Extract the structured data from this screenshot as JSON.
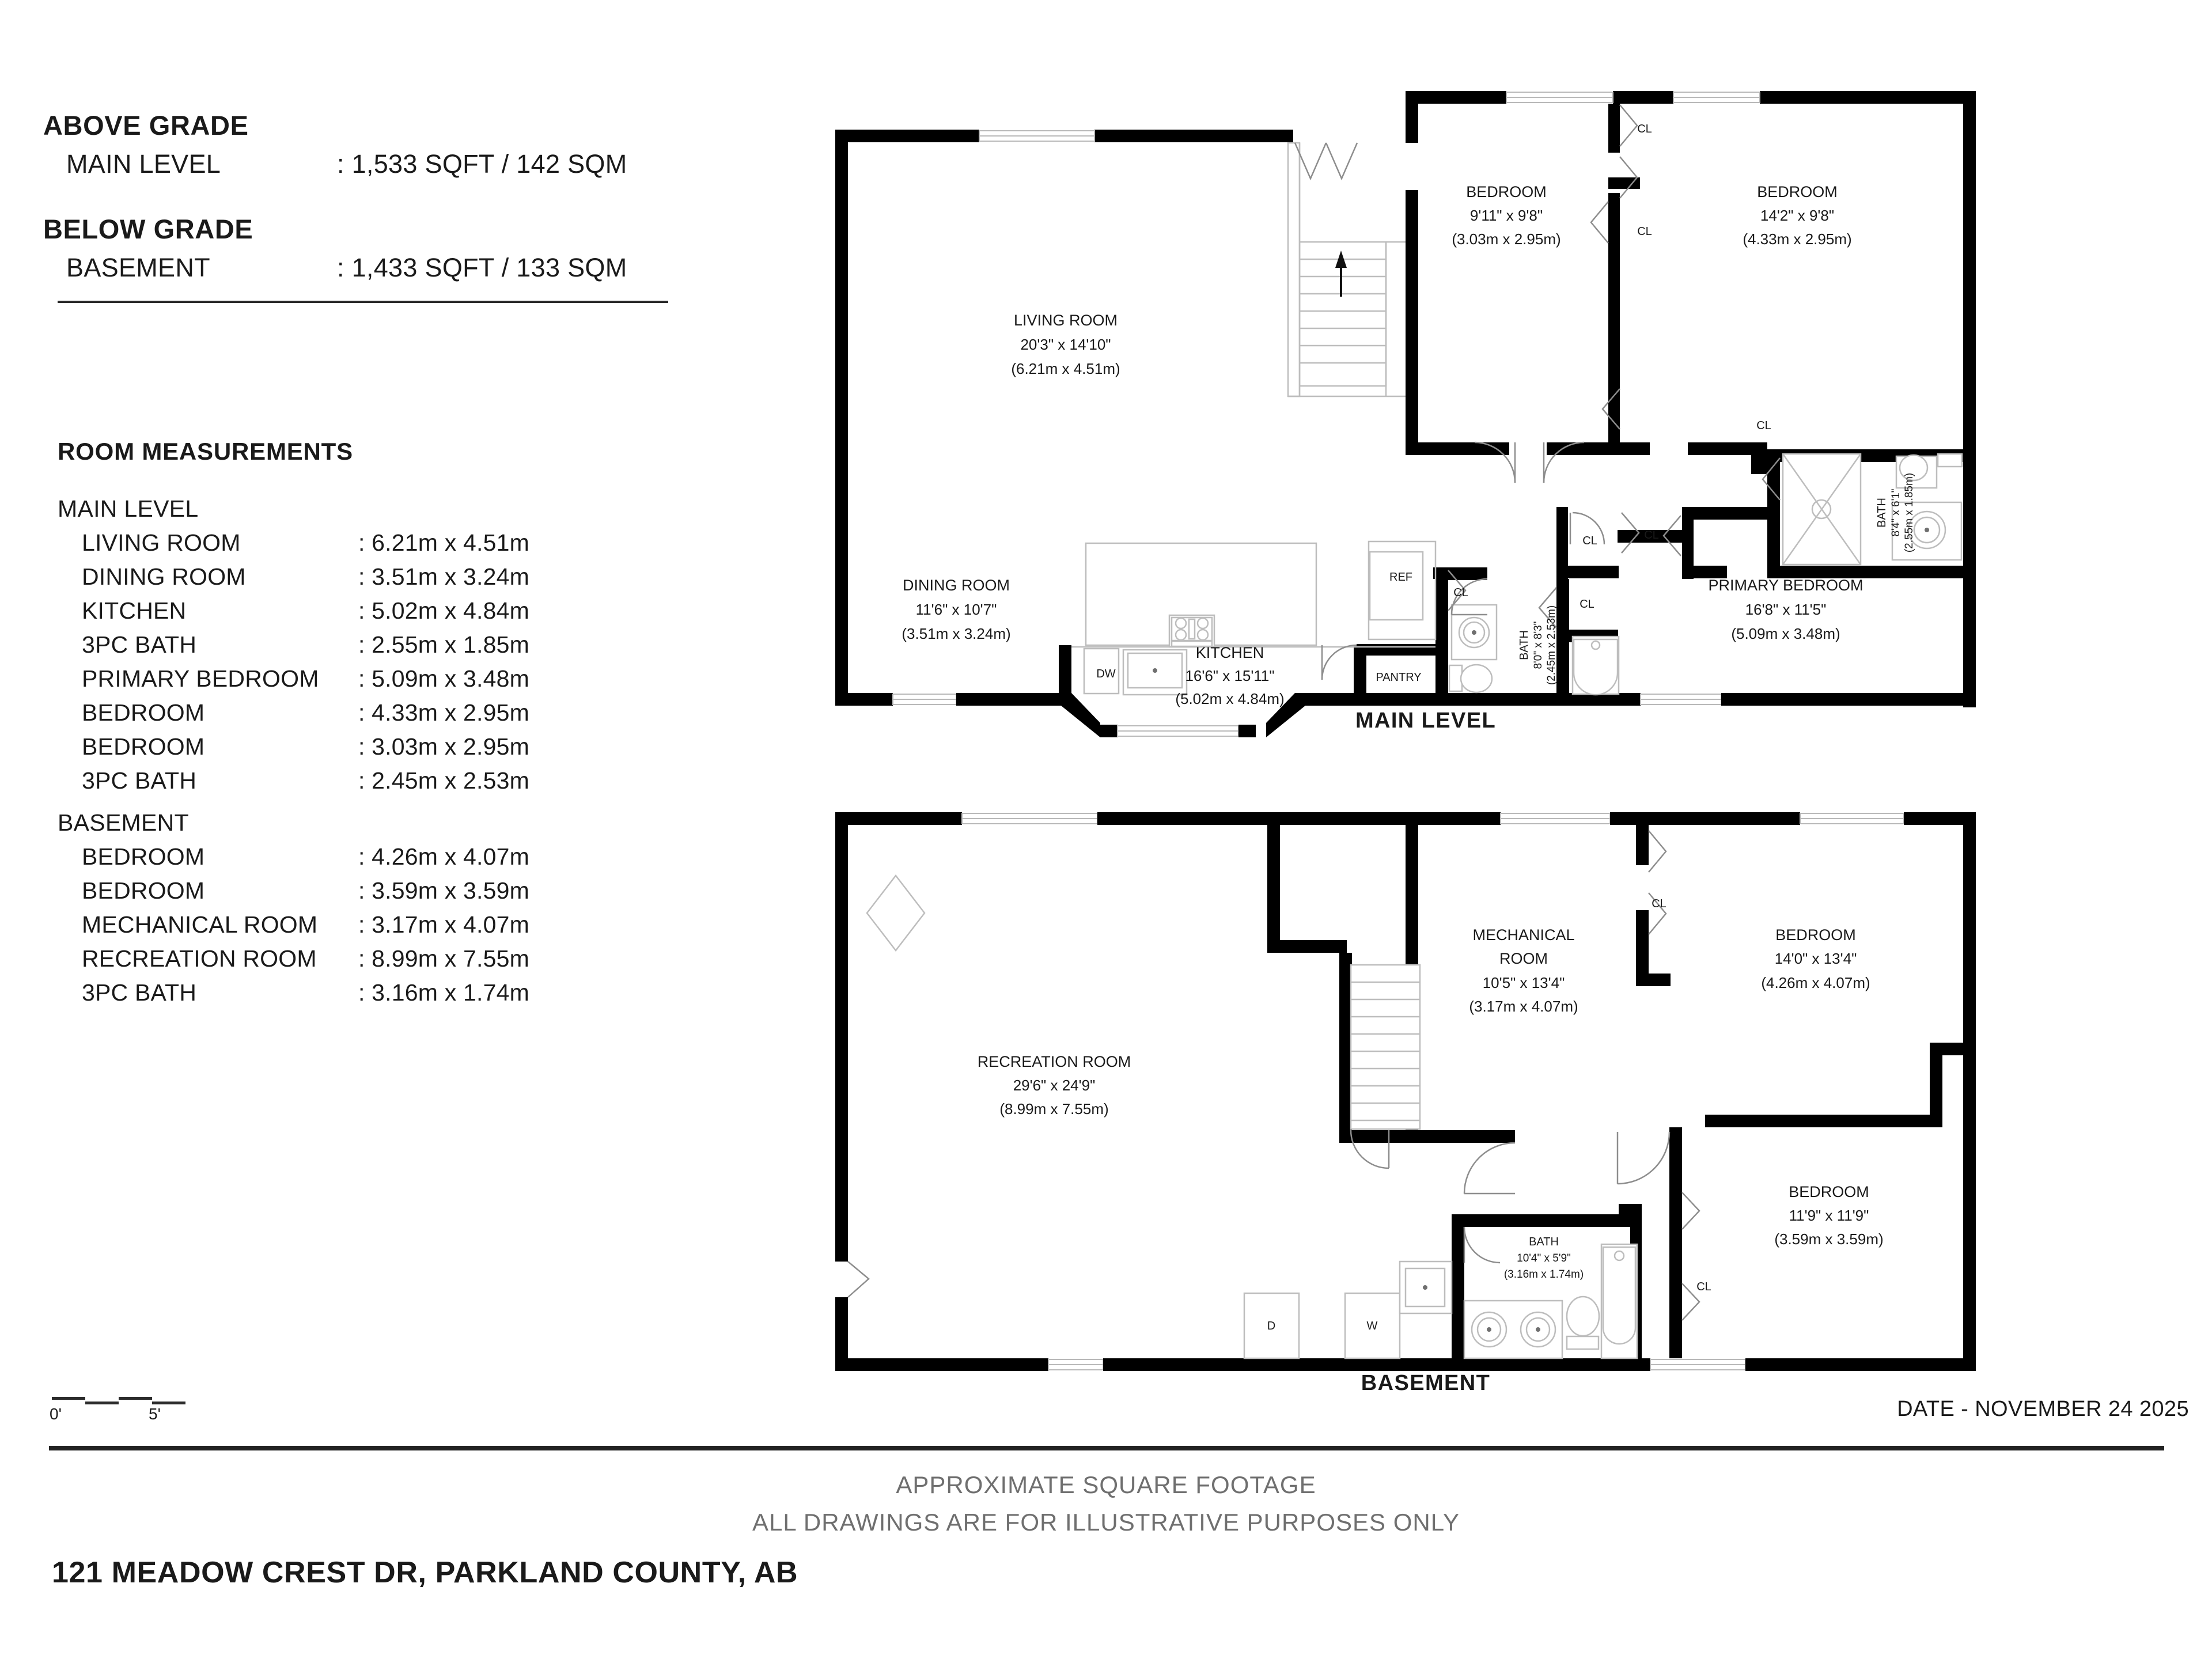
{
  "summary": {
    "above_grade": {
      "title": "ABOVE GRADE",
      "rows": [
        {
          "label": "MAIN LEVEL",
          "value": ": 1,533 SQFT / 142 SQM"
        }
      ]
    },
    "below_grade": {
      "title": "BELOW GRADE",
      "rows": [
        {
          "label": "BASEMENT",
          "value": ": 1,433 SQFT / 133 SQM"
        }
      ]
    }
  },
  "measurements": {
    "title": "ROOM MEASUREMENTS",
    "groups": [
      {
        "heading": "MAIN LEVEL",
        "rows": [
          {
            "label": "LIVING ROOM",
            "value": ": 6.21m x 4.51m"
          },
          {
            "label": "DINING ROOM",
            "value": ": 3.51m x 3.24m"
          },
          {
            "label": "KITCHEN",
            "value": ": 5.02m x 4.84m"
          },
          {
            "label": "3PC BATH",
            "value": ": 2.55m x 1.85m"
          },
          {
            "label": "PRIMARY BEDROOM",
            "value": ": 5.09m x 3.48m"
          },
          {
            "label": "BEDROOM",
            "value": ": 4.33m x 2.95m"
          },
          {
            "label": "BEDROOM",
            "value": ": 3.03m x 2.95m"
          },
          {
            "label": "3PC BATH",
            "value": ": 2.45m x 2.53m"
          }
        ]
      },
      {
        "heading": "BASEMENT",
        "rows": [
          {
            "label": "BEDROOM",
            "value": ": 4.26m x 4.07m"
          },
          {
            "label": "BEDROOM",
            "value": ": 3.59m x 3.59m"
          },
          {
            "label": "MECHANICAL ROOM",
            "value": ": 3.17m x 4.07m"
          },
          {
            "label": "RECREATION ROOM",
            "value": ": 8.99m x 7.55m"
          },
          {
            "label": "3PC BATH",
            "value": ": 3.16m x 1.74m"
          }
        ]
      }
    ]
  },
  "scale": {
    "start": "0'",
    "end": "5'"
  },
  "main_level": {
    "caption": "MAIN LEVEL",
    "rooms": [
      {
        "name": "LIVING ROOM",
        "imperial": "20'3\" x 14'10\"",
        "metric": "(6.21m x 4.51m)"
      },
      {
        "name": "DINING ROOM",
        "imperial": "11'6\" x 10'7\"",
        "metric": "(3.51m x 3.24m)"
      },
      {
        "name": "KITCHEN",
        "imperial": "16'6\" x 15'11\"",
        "metric": "(5.02m x 4.84m)"
      },
      {
        "name": "BEDROOM",
        "imperial": "9'11\" x 9'8\"",
        "metric": "(3.03m x 2.95m)"
      },
      {
        "name": "BEDROOM",
        "imperial": "14'2\" x 9'8\"",
        "metric": "(4.33m x 2.95m)"
      },
      {
        "name": "PRIMARY BEDROOM",
        "imperial": "16'8\" x 11'5\"",
        "metric": "(5.09m x 3.48m)"
      },
      {
        "name": "BATH",
        "imperial": "8'4\" x 6'1\"",
        "metric": "(2.55m x 1.85m)"
      },
      {
        "name": "BATH",
        "imperial": "8'0\" x 8'3\"",
        "metric": "(2.45m x 2.53m)"
      }
    ],
    "fixtures": [
      "REF",
      "DW",
      "PANTRY"
    ],
    "closets": [
      "CL",
      "CL",
      "CL",
      "CL",
      "CL",
      "CL",
      "CL"
    ]
  },
  "basement": {
    "caption": "BASEMENT",
    "rooms": [
      {
        "name": "RECREATION ROOM",
        "imperial": "29'6\" x 24'9\"",
        "metric": "(8.99m x 7.55m)"
      },
      {
        "name": "MECHANICAL ROOM",
        "imperial": "10'5\" x 13'4\"",
        "metric": "(3.17m x 4.07m)"
      },
      {
        "name": "BEDROOM",
        "imperial": "14'0\" x 13'4\"",
        "metric": "(4.26m x 4.07m)"
      },
      {
        "name": "BEDROOM",
        "imperial": "11'9\" x 11'9\"",
        "metric": "(3.59m x 3.59m)"
      },
      {
        "name": "BATH",
        "imperial": "10'4\" x 5'9\"",
        "metric": "(3.16m x 1.74m)"
      }
    ],
    "fixtures": [
      "D",
      "W"
    ],
    "closets": [
      "CL",
      "CL"
    ]
  },
  "footer": {
    "date": "DATE - NOVEMBER 24 2025",
    "line1": "APPROXIMATE SQUARE FOOTAGE",
    "line2": "ALL DRAWINGS ARE FOR ILLUSTRATIVE PURPOSES ONLY",
    "address": "121 MEADOW CREST DR, PARKLAND COUNTY, AB"
  }
}
